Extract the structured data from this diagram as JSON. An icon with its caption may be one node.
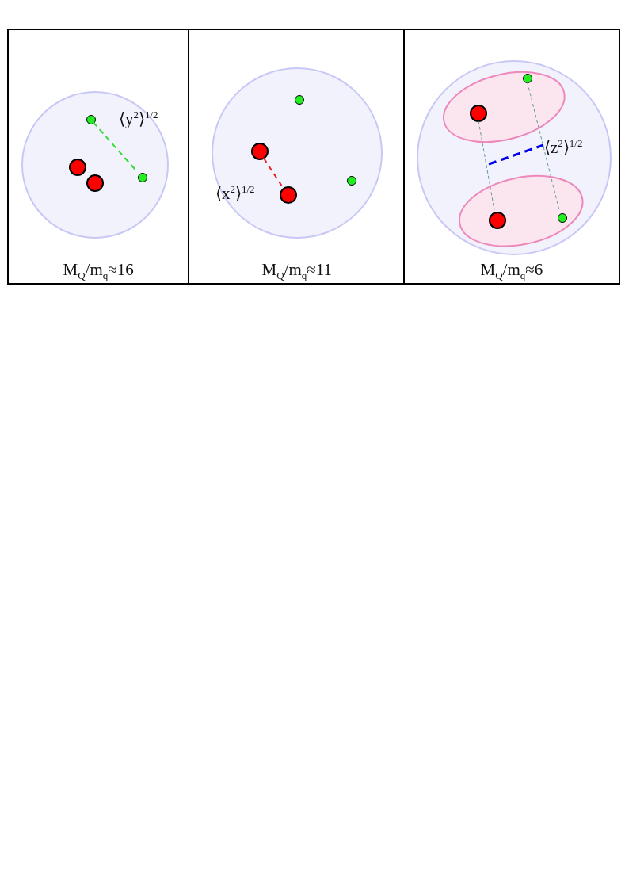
{
  "diagram": {
    "nodes": [
      {
        "text": [],
        "shape": "circle"
      },
      {
        "text": [],
        "shape": "circle",
        "in": 0
      },
      {
        "text": [],
        "shape": "circle",
        "in": 0
      },
      {
        "text": [],
        "shape": "circle",
        "in": 0
      },
      {
        "text": [],
        "shape": "circle",
        "in": 0
      },
      {
        "text": [],
        "shape": "circle"
      },
      {
        "text": [],
        "shape": "circle",
        "in": 5
      },
      {
        "text": [],
        "shape": "circle",
        "in": 5
      },
      {
        "text": [],
        "shape": "circle",
        "in": 5
      },
      {
        "text": [],
        "shape": "circle",
        "in": 5
      },
      {
        "text": [],
        "shape": "circle"
      },
      {
        "text": [],
        "shape": "ellipse",
        "in": 10
      },
      {
        "text": [],
        "shape": "circle",
        "in": 11
      },
      {
        "text": [],
        "shape": "circle",
        "in": 11
      },
      {
        "text": [],
        "shape": "ellipse",
        "in": 10
      },
      {
        "text": [],
        "shape": "circle",
        "in": 14
      },
      {
        "text": [],
        "shape": "circle",
        "in": 14
      }
    ],
    "edges": [
      {
        "from": 1,
        "to": 4,
        "arrow": "none",
        "style": "dashed",
        "color": "#33dd33"
      },
      {
        "from": 7,
        "to": 8,
        "arrow": "none",
        "style": "dashed",
        "color": "#ee2222"
      },
      {
        "from": 12,
        "to": 15,
        "arrow": "none",
        "style": "dashed",
        "color": "#669999"
      },
      {
        "from": 13,
        "to": 16,
        "arrow": "none",
        "style": "dashed",
        "color": "#669999"
      }
    ],
    "labels": [
      "⟨y$^{2}$⟩$^{1/2}$",
      "M$_{Q}$/m$_{q}$≈16",
      "⟨x$^{2}$⟩$^{1/2}$",
      "M$_{Q}$/m$_{q}$≈11",
      "⟨z$^{2}$⟩$^{1/2}$",
      "M$_{Q}$/m$_{q}$≈6"
    ]
  }
}
